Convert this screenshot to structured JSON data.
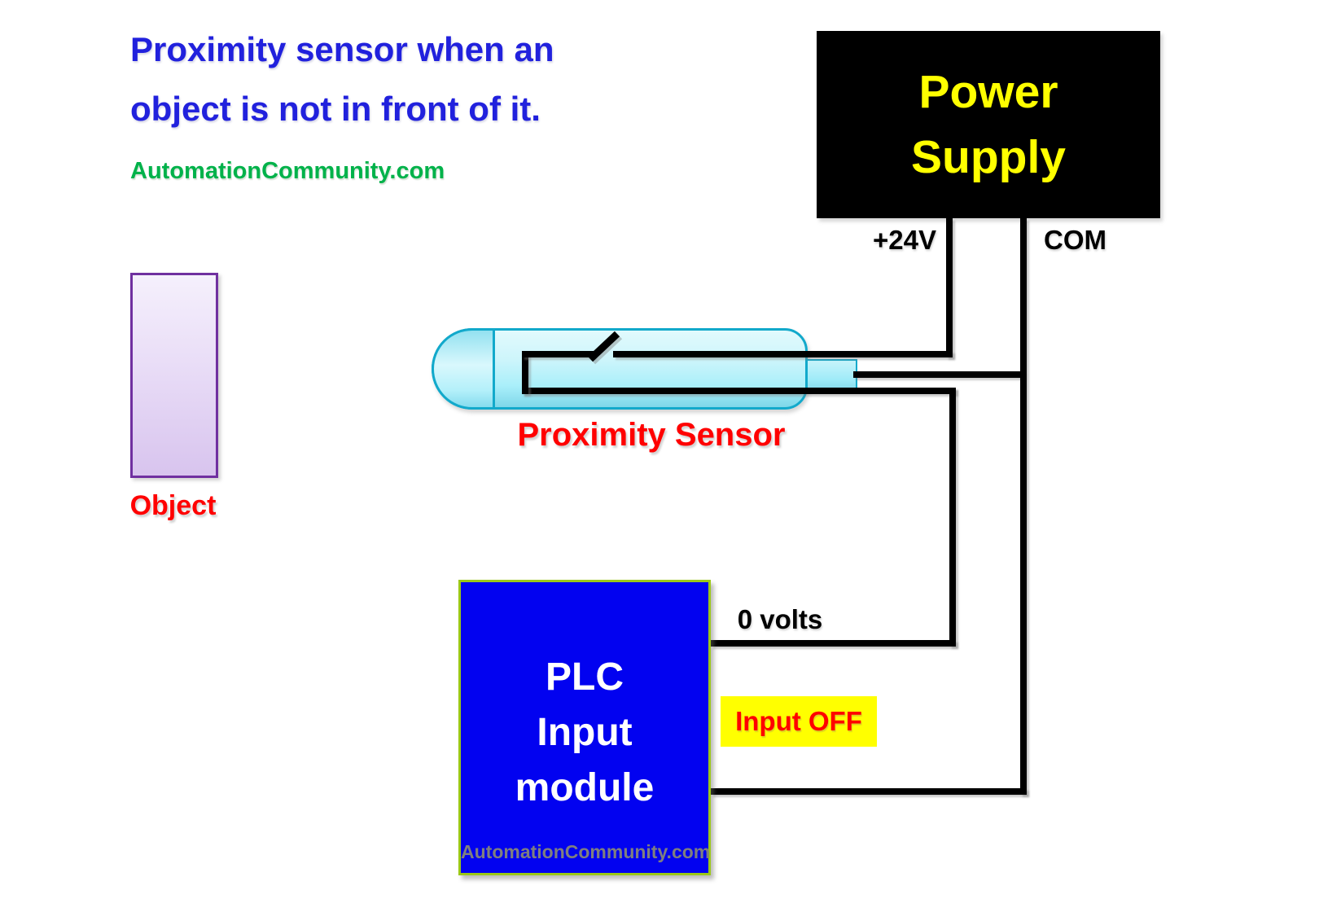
{
  "title": {
    "line1": "Proximity sensor when an",
    "line2": "object is not in front of it."
  },
  "watermark_top": "AutomationCommunity.com",
  "power_supply": {
    "name_line1": "Power",
    "name_line2": "Supply",
    "terminals": {
      "left": "+24V",
      "right": "COM"
    }
  },
  "object": {
    "label": "Object"
  },
  "sensor": {
    "label": "Proximity Sensor",
    "switch_state": "open"
  },
  "plc": {
    "line1": "PLC",
    "line2": "Input",
    "line3": "module",
    "watermark": "AutomationCommunity.com"
  },
  "labels": {
    "zero_volts": "0 volts"
  },
  "status": {
    "input_off": "Input OFF"
  },
  "colors": {
    "title_blue": "#2121dd",
    "watermark_green": "#00b24a",
    "power_supply_bg": "#000000",
    "power_supply_text": "#ffff00",
    "label_red": "#ff0000",
    "sensor_border": "#12a9cb",
    "sensor_fill": "#aaeffa",
    "object_border": "#7030a0",
    "object_fill": "#d8c4ee",
    "plc_bg": "#0202f0",
    "plc_border": "#9cc818",
    "plc_watermark_gray": "#7f7f7f",
    "highlight_yellow": "#ffff00",
    "wire_black": "#000000"
  }
}
